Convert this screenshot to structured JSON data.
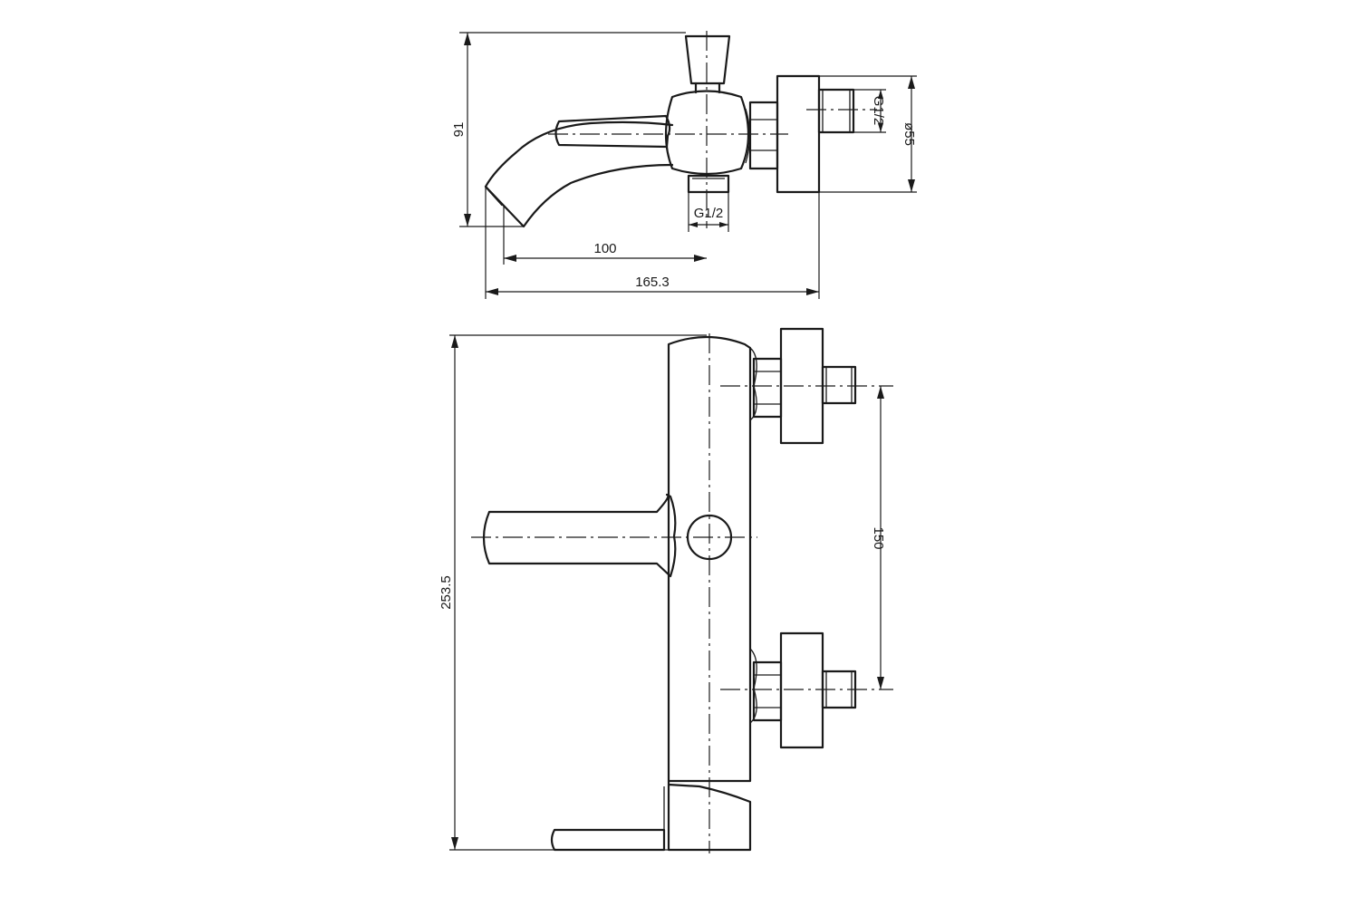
{
  "dimensions": {
    "height_side": "91",
    "spout_offset": "100",
    "overall_depth": "165.3",
    "inlet_thread_bottom": "G1/2",
    "inlet_thread_right": "G1/2",
    "flange_diameter": "ø55",
    "overall_length": "253.5",
    "inlet_spacing": "150"
  }
}
